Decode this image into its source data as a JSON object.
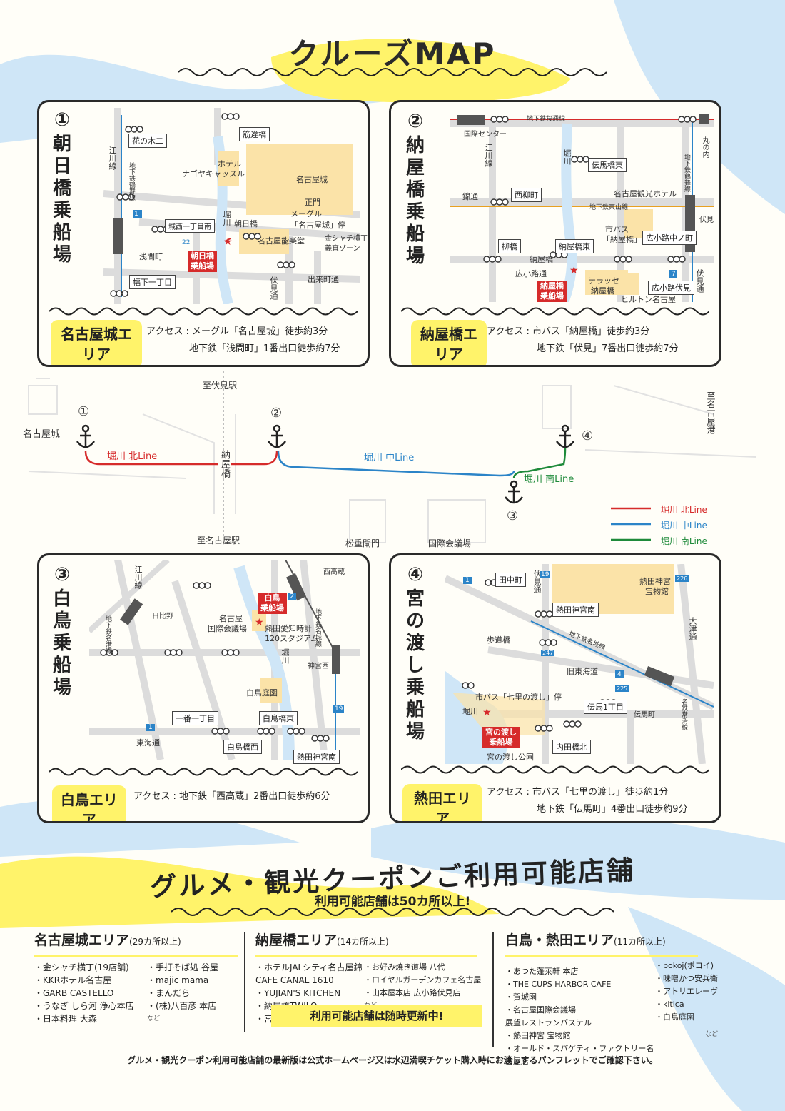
{
  "title": "クルーズMAP",
  "panels": [
    {
      "num": "①",
      "name": "朝日橋乗船場",
      "area": "名古屋城エリア",
      "access_label": "アクセス",
      "access": [
        "メーグル「名古屋城」徒歩約3分",
        "地下鉄「浅間町」1番出口徒歩約7分"
      ],
      "labels": [
        "花の木二",
        "筋違橋",
        "江川線",
        "地下鉄鶴舞線",
        "ホテル",
        "ナゴヤキャッスル",
        "名古屋城",
        "正門",
        "メーグル",
        "「名古屋城」停",
        "堀川",
        "朝日橋",
        "城西一丁目南",
        "浅間町",
        "名古屋能楽堂",
        "金シャチ横丁",
        "義直ゾーン",
        "朝日橋",
        "乗船場",
        "幅下一丁目",
        "伏見通",
        "出来町通",
        "1",
        "22"
      ]
    },
    {
      "num": "②",
      "name": "納屋橋乗船場",
      "area": "納屋橋エリア",
      "access_label": "アクセス",
      "access": [
        "市バス「納屋橋」徒歩約3分",
        "地下鉄「伏見」7番出口徒歩約7分"
      ],
      "labels": [
        "地下鉄桜通線",
        "国際センター",
        "丸の内",
        "江川線",
        "堀川",
        "伝馬橋東",
        "地下鉄鶴舞線",
        "錦通",
        "西柳町",
        "名古屋観光ホテル",
        "地下鉄東山線",
        "伏見",
        "市バス",
        "「納屋橋」停",
        "広小路中ノ町",
        "柳橋",
        "納屋橋東",
        "納屋橋",
        "広小路通",
        "テラッセ",
        "納屋橋",
        "広小路伏見",
        "伏見通",
        "ヒルトン名古屋",
        "納屋橋",
        "乗船場",
        "7"
      ]
    },
    {
      "num": "③",
      "name": "白鳥乗船場",
      "area": "白鳥エリア",
      "access_label": "アクセス",
      "access": [
        "地下鉄「西高蔵」2番出口徒歩約6分"
      ],
      "labels": [
        "江川線",
        "西高蔵",
        "日比野",
        "地下鉄名港線",
        "白鳥",
        "乗船場",
        "名古屋",
        "国際会議場",
        "熱田愛知時計",
        "120スタジアム",
        "地下鉄名城線",
        "神宮西",
        "堀川",
        "白鳥庭園",
        "一番一丁目",
        "白鳥橋東",
        "東海通",
        "白鳥橋西",
        "熱田神宮南",
        "2",
        "1",
        "19"
      ]
    },
    {
      "num": "④",
      "name": "宮の渡し乗船場",
      "area": "熱田エリア",
      "access_label": "アクセス",
      "access": [
        "市バス「七里の渡し」徒歩約1分",
        "地下鉄「伝馬町」4番出口徒歩約9分"
      ],
      "labels": [
        "田中町",
        "伏見通",
        "熱田神宮",
        "宝物館",
        "熱田神宮南",
        "大津通",
        "歩道橋",
        "地下鉄名城線",
        "旧東海道",
        "市バス「七里の渡し」停",
        "堀川",
        "伝馬1丁目",
        "伝馬町",
        "名鉄常滑線",
        "宮の渡し",
        "乗船場",
        "内田橋北",
        "宮の渡し公園",
        "1",
        "19",
        "226",
        "247",
        "225",
        "4"
      ]
    }
  ],
  "route_map": {
    "top_label": "至伏見駅",
    "bottom_label": "至名古屋駅",
    "right_label": "至名古屋港",
    "left_label": "名古屋城",
    "center_label": "納屋橋",
    "stops": [
      "①",
      "②",
      "③",
      "④"
    ],
    "lines": [
      {
        "name": "堀川 北Line",
        "color": "#d62b2b"
      },
      {
        "name": "堀川 中Line",
        "color": "#2b84c8"
      },
      {
        "name": "堀川 南Line",
        "color": "#1e8a3a"
      }
    ],
    "landmarks": [
      "松重閘門",
      "国際会議場"
    ]
  },
  "coupon": {
    "heading": "グルメ・観光クーポンご利用可能店舗",
    "subheading": "利用可能店舗は50カ所以上!",
    "update_note": "利用可能店舗は随時更新中!",
    "footer": "グルメ・観光クーポン利用可能店舗の最新版は公式ホームページ又は水辺満喫チケット購入時にお渡しするパンフレットでご確認下さい。",
    "nado": "など",
    "areas": [
      {
        "title": "名古屋城エリア",
        "count": "(29カ所以上)",
        "col1": [
          "・金シャチ横丁(19店舗)",
          "・KKRホテル名古屋",
          "・GARB CASTELLO",
          "・うなぎ しら河 浄心本店",
          "・日本料理 大森"
        ],
        "col2": [
          "・手打そば処 谷屋",
          "・majic mama",
          "・まんだら",
          "・(株)八百彦 本店"
        ]
      },
      {
        "title": "納屋橋エリア",
        "count": "(14カ所以上)",
        "col1": [
          "・ホテルJALシティ名古屋錦",
          "CAFE CANAL 1610",
          "・YUJIAN'S KITCHEN",
          "・納屋橋TWILO",
          "・宮鍵"
        ],
        "col2": [
          "・お好み焼き道場 八代",
          "・ロイヤルガーデンカフェ名古屋",
          "・山本屋本店 広小路伏見店"
        ]
      },
      {
        "title": "白鳥・熱田エリア",
        "count": "(11カ所以上)",
        "col1": [
          "・あつた蓬莱軒 本店",
          "・THE CUPS HARBOR CAFE",
          "・賀城園",
          "・名古屋国際会議場",
          "展望レストランパステル",
          "・熱田神宮 宝物館",
          "・オールド・スパゲティ・ファクトリー名古屋店"
        ],
        "col2": [
          "・pokoj(ポコイ)",
          "・味噌かつ安兵衛",
          "・アトリエレーヴ",
          "・kitica",
          "・白鳥庭園"
        ]
      }
    ]
  }
}
